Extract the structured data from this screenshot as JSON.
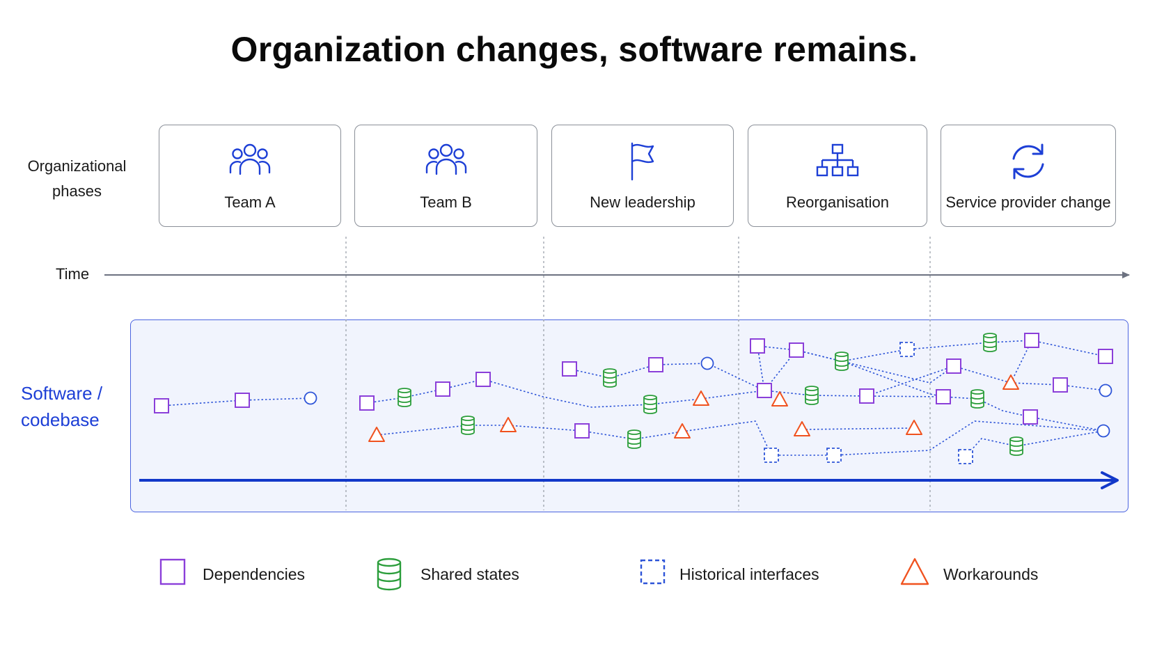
{
  "title": "Organization changes, software remains.",
  "labels": {
    "phases": [
      "Organizational",
      "phases"
    ],
    "time": "Time",
    "software": [
      "Software /",
      "codebase"
    ]
  },
  "phases": [
    {
      "label": "Team A",
      "icon": "team-icon"
    },
    {
      "label": "Team B",
      "icon": "team-icon"
    },
    {
      "label": "New leadership",
      "icon": "flag-icon"
    },
    {
      "label": "Reorganisation",
      "icon": "org-chart-icon"
    },
    {
      "label": "Service provider change",
      "icon": "refresh-icon"
    }
  ],
  "legend": [
    {
      "label": "Dependencies",
      "icon": "dependency-square"
    },
    {
      "label": "Shared states",
      "icon": "database-icon"
    },
    {
      "label": "Historical interfaces",
      "icon": "dashed-square"
    },
    {
      "label": "Workarounds",
      "icon": "warning-triangle"
    }
  ],
  "colors": {
    "dependency": "#8b3fd9",
    "shared_state": "#2a9d3a",
    "historical": "#2d54d8",
    "workaround": "#f0521f",
    "connector": "#2d54d8",
    "icon_blue": "#1d3fd6",
    "arrow_blue": "#1238c9",
    "time_axis": "#6c7280"
  }
}
